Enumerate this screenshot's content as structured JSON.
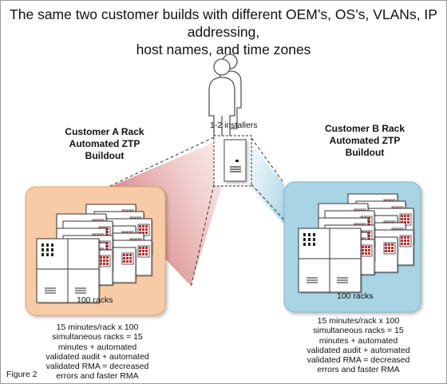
{
  "title": {
    "line1": "The same two customer builds with different OEM’s, OS’s, VLANs, IP addressing,",
    "line2": "host names, and time zones"
  },
  "installers": {
    "label": "1-2 installers"
  },
  "rack_a": {
    "line1": "Customer A Rack",
    "line2": "Automated ZTP",
    "line3": "Buildout",
    "count_label": "100 racks",
    "panel_color": "#f7cba5",
    "beam_color": "#d98a8a",
    "description": [
      "15 minutes/rack x 100",
      "simultaneous racks = 15",
      "minutes + automated",
      "validated audit + automated",
      "validated RMA = decreased",
      "errors and faster RMA"
    ]
  },
  "rack_b": {
    "line1": "Customer B Rack",
    "line2": "Automated ZTP",
    "line3": "Buildout",
    "count_label": "100 racks",
    "panel_color": "#a9d4e4",
    "beam_color": "#a8d2e2",
    "description": [
      "15 minutes/rack x 100",
      "simultaneous racks = 15",
      "minutes + automated",
      "validated audit + automated",
      "validated RMA = decreased",
      "errors and faster RMA"
    ]
  },
  "figure_label": "Figure 2",
  "icons": {
    "people": "people-icon",
    "device": "device-icon",
    "rack_stack": "server-rack-icon"
  }
}
